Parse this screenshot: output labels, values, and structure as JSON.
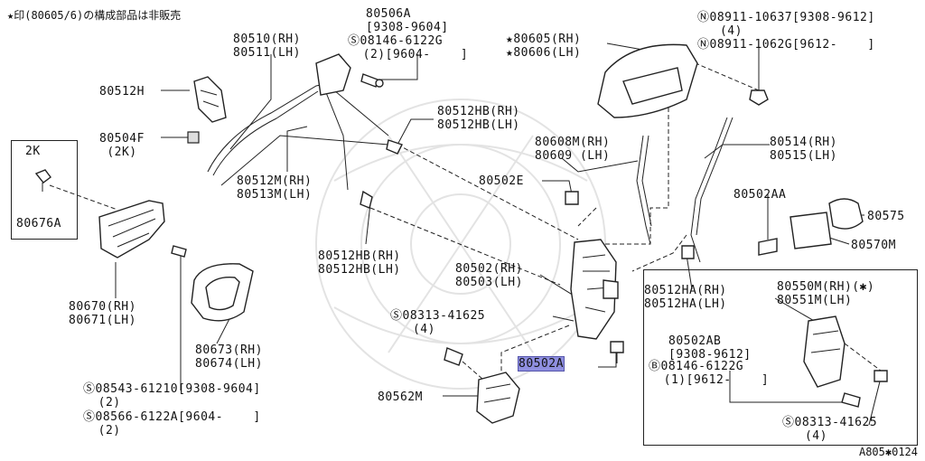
{
  "note": "★印(80605/6)の構成部品は非販売",
  "figure_code": "A805✱0124",
  "boxes": {
    "kit_2k_title": "2K"
  },
  "labels": {
    "p80506a": "80506A\n[9308-9604]",
    "s08146a": "Ⓢ08146-6122G\n  (2)[9604-    ]",
    "p80510": "80510(RH)\n80511(LH)",
    "p80512h": "80512H",
    "p80504f": "80504F\n (2K)",
    "p80676a": "80676A",
    "p80512hb_top": "80512HB(RH)\n80512HB(LH)",
    "p80512m": "80512M(RH)\n80513M(LH)",
    "p80512hb_mid": "80512HB(RH)\n80512HB(LH)",
    "p80670": "80670(RH)\n80671(LH)",
    "p80673": "80673(RH)\n80674(LH)",
    "s08543": "Ⓢ08543-61210[9308-9604]\n  (2)",
    "s08566": "Ⓢ08566-6122A[9604-    ]\n  (2)",
    "p80605": "★80605(RH)\n★80606(LH)",
    "n08911a": "Ⓝ08911-10637[9308-9612]\n   (4)",
    "n08911b": "Ⓝ08911-1062G[9612-    ]",
    "p80608m": "80608M(RH)\n80609 (LH)",
    "p80514": "80514(RH)\n80515(LH)",
    "p80502e": "80502E",
    "p80502aa": "80502AA",
    "p80575": "80575",
    "p80570m": "80570M",
    "p80502": "80502(RH)\n80503(LH)",
    "p80512ha": "80512HA(RH)\n80512HA(LH)",
    "p80550m": "80550M(RH)(✱)\n80551M(LH)",
    "s08313a": "Ⓢ08313-41625\n   (4)",
    "p80502ab": "80502AB\n[9308-9612]",
    "b08146": "Ⓑ08146-6122G\n  (1)[9612-    ]",
    "p80502a": "80502A",
    "p80562m": "80562M",
    "s08313b": "Ⓢ08313-41625\n   (4)"
  }
}
